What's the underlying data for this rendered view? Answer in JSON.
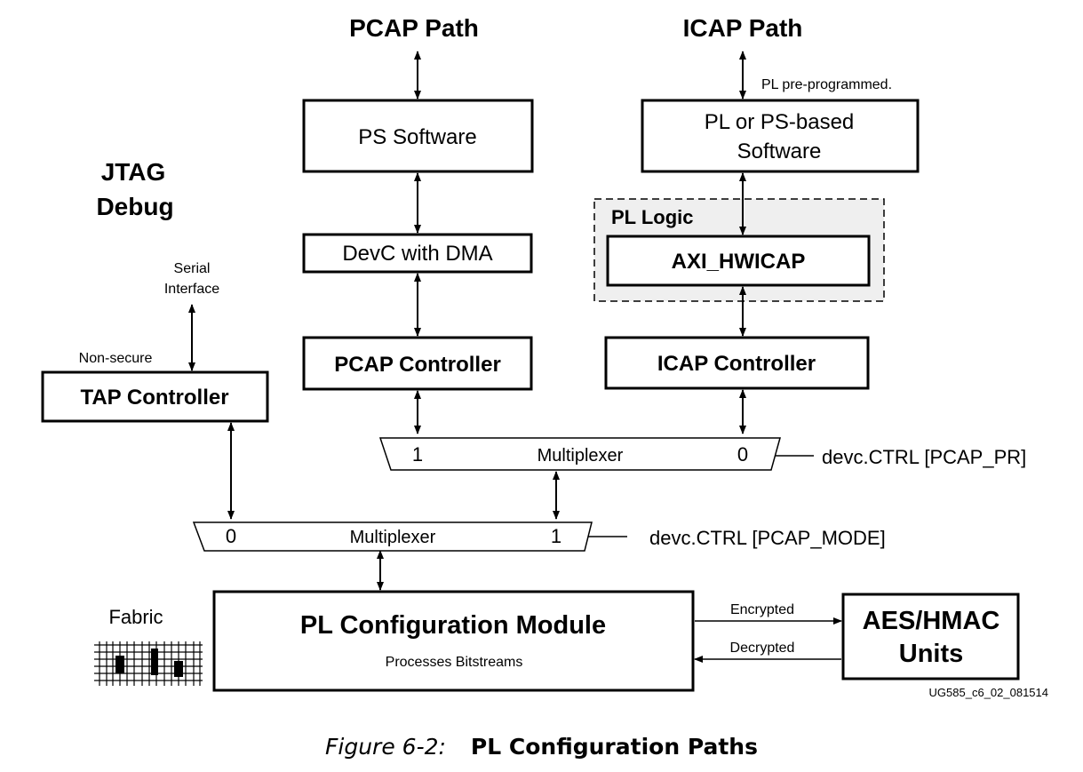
{
  "paths": {
    "pcap": "PCAP Path",
    "icap": "ICAP Path",
    "jtag_line1": "JTAG",
    "jtag_line2": "Debug"
  },
  "notes": {
    "pl_preprogrammed": "PL pre-programmed.",
    "serial_line1": "Serial",
    "serial_line2": "Interface",
    "non_secure": "Non-secure",
    "fabric": "Fabric",
    "encrypted": "Encrypted",
    "decrypted": "Decrypted",
    "doc_id": "UG585_c6_02_081514"
  },
  "boxes": {
    "ps_software": "PS Software",
    "pl_software_line1": "PL or PS-based",
    "pl_software_line2": "Software",
    "pl_logic": "PL Logic",
    "axi_hwicap": "AXI_HWICAP",
    "devc_dma": "DevC with DMA",
    "pcap_controller": "PCAP Controller",
    "icap_controller": "ICAP Controller",
    "tap_controller": "TAP Controller",
    "pl_config": "PL Configuration Module",
    "pl_config_sub": "Processes Bitstreams",
    "aes_line1": "AES/HMAC",
    "aes_line2": "Units"
  },
  "mux1": {
    "label": "Multiplexer",
    "input_left": "1",
    "input_right": "0",
    "control": "devc.CTRL [PCAP_PR]"
  },
  "mux2": {
    "label": "Multiplexer",
    "input_left": "0",
    "input_right": "1",
    "control": "devc.CTRL [PCAP_MODE]"
  },
  "caption": {
    "figure": "Figure 6-2:",
    "title": "PL Configuration Paths"
  },
  "colors": {
    "pl_logic_fill": "#efefef",
    "stroke": "#000000"
  }
}
